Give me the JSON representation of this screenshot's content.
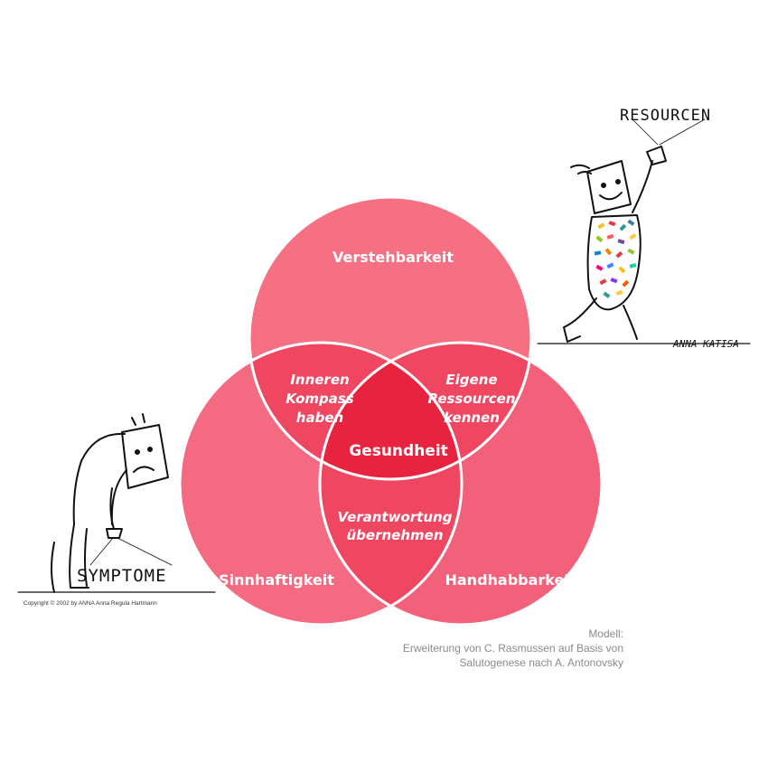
{
  "diagram": {
    "circles": {
      "top": "Verstehbarkeit",
      "left": "Sinnhaftigkeit",
      "right": "Handhabbarkeit"
    },
    "overlaps": {
      "top_left": [
        "Inneren",
        "Kompass",
        "haben"
      ],
      "top_right": [
        "Eigene",
        "Ressourcen",
        "kennen"
      ],
      "bottom": [
        "Verantwortung",
        "übernehmen"
      ]
    },
    "center": "Gesundheit",
    "colors": {
      "circle_fill": "#f2566f",
      "overlap_fill": "#ee3c58",
      "center_fill": "#e8203f",
      "outline": "#ffffff"
    }
  },
  "illustrations": {
    "left": {
      "sign_text": "SYMPTOME",
      "icon": "sad-figure-icon"
    },
    "right": {
      "sign_text": "RESOURCEN",
      "signature": "ANNA KATISA",
      "icon": "happy-figure-icon"
    }
  },
  "copyright": "Copyright © 2002 by ANNA Anna Regula Hartmann",
  "model_note": {
    "line1": "Modell:",
    "line2": "Erweiterung von C. Rasmussen auf Basis von",
    "line3": "Salutogenese nach A. Antonovsky"
  }
}
